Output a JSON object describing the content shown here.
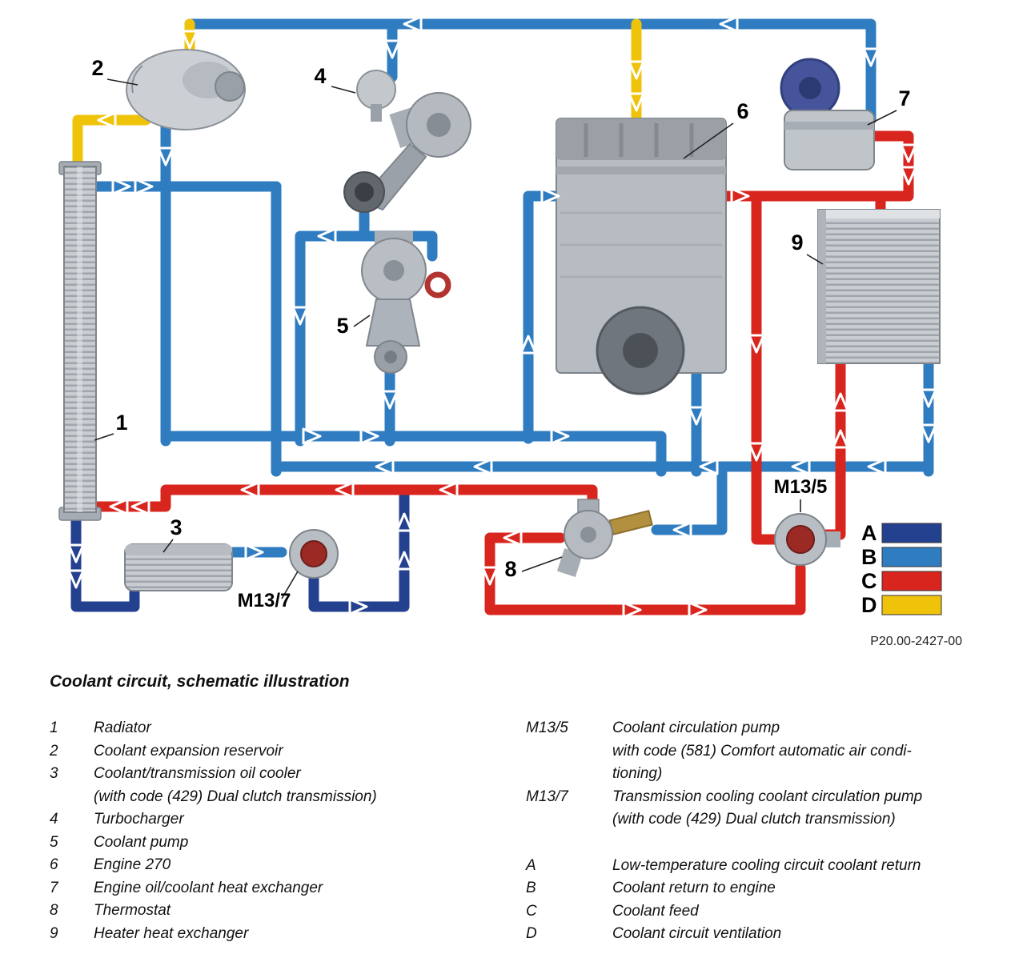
{
  "caption": {
    "title": "Coolant circuit, schematic illustration"
  },
  "diagram": {
    "part_number": "P20.00-2427-00",
    "labels": {
      "n1": "1",
      "n2": "2",
      "n3": "3",
      "n4": "4",
      "n5": "5",
      "n6": "6",
      "n7": "7",
      "n8": "8",
      "n9": "9",
      "m13_5": "M13/5",
      "m13_7": "M13/7"
    },
    "legend": [
      {
        "key": "A",
        "color": "#24418f"
      },
      {
        "key": "B",
        "color": "#2f7cc0"
      },
      {
        "key": "C",
        "color": "#d8261f"
      },
      {
        "key": "D",
        "color": "#f0c30b"
      }
    ]
  },
  "items_left": [
    {
      "key": "1",
      "lines": [
        "Radiator"
      ]
    },
    {
      "key": "2",
      "lines": [
        "Coolant expansion reservoir"
      ]
    },
    {
      "key": "3",
      "lines": [
        "Coolant/transmission oil cooler",
        "(with code (429) Dual clutch transmission)"
      ]
    },
    {
      "key": "4",
      "lines": [
        "Turbocharger"
      ]
    },
    {
      "key": "5",
      "lines": [
        "Coolant pump"
      ]
    },
    {
      "key": "6",
      "lines": [
        "Engine 270"
      ]
    },
    {
      "key": "7",
      "lines": [
        "Engine oil/coolant heat exchanger"
      ]
    },
    {
      "key": "8",
      "lines": [
        "Thermostat"
      ]
    },
    {
      "key": "9",
      "lines": [
        "Heater heat exchanger"
      ]
    }
  ],
  "items_right_pumps": [
    {
      "key": "M13/5",
      "lines": [
        "Coolant circulation pump",
        "with code (581) Comfort automatic air condi-",
        "tioning)"
      ]
    },
    {
      "key": "M13/7",
      "lines": [
        "Transmission cooling coolant circulation pump",
        "(with code (429) Dual clutch transmission)"
      ]
    }
  ],
  "items_right_letters": [
    {
      "key": "A",
      "lines": [
        "Low-temperature cooling circuit coolant return"
      ]
    },
    {
      "key": "B",
      "lines": [
        "Coolant return to engine"
      ]
    },
    {
      "key": "C",
      "lines": [
        "Coolant feed"
      ]
    },
    {
      "key": "D",
      "lines": [
        "Coolant circuit ventilation"
      ]
    }
  ]
}
